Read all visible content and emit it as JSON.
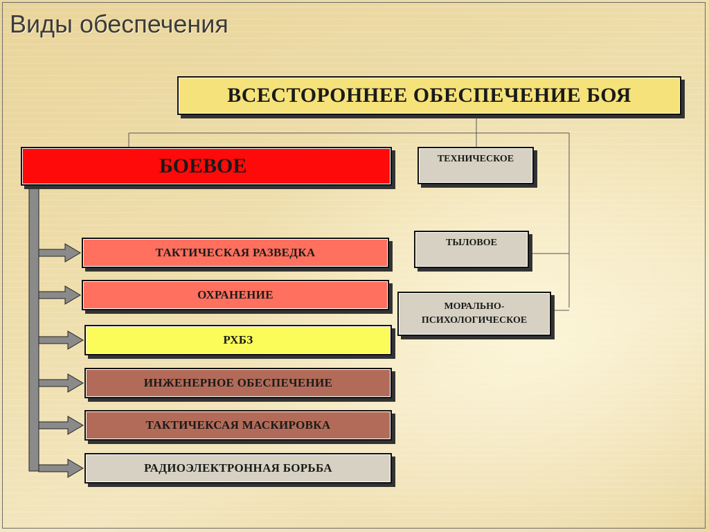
{
  "slide": {
    "title": "Виды обеспечения"
  },
  "diagram": {
    "root": "ВСЕСТОРОННЕЕ ОБЕСПЕЧЕНИЕ БОЯ",
    "combat": {
      "label": "БОЕВОЕ",
      "items": [
        "ТАКТИЧЕСКАЯ РАЗВЕДКА",
        "ОХРАНЕНИЕ",
        "РХБЗ",
        "ИНЖЕНЕРНОЕ ОБЕСПЕЧЕНИЕ",
        "ТАКТИЧЕКСАЯ МАСКИРОВКА",
        "РАДИОЭЛЕКТРОННАЯ БОРЬБА"
      ]
    },
    "technical": "ТЕХНИЧЕСКОЕ",
    "rear": "ТЫЛОВОЕ",
    "moral": {
      "line1": "МОРАЛЬНО-",
      "line2": "ПСИХОЛОГИЧЕСКОЕ"
    }
  },
  "colors": {
    "combat": "#ff0a0a",
    "root": "#f5e27a",
    "salmon": "#ff705e",
    "yellow": "#fbfb5a",
    "brown": "#b26b58",
    "grey": "#d6d1c2"
  }
}
